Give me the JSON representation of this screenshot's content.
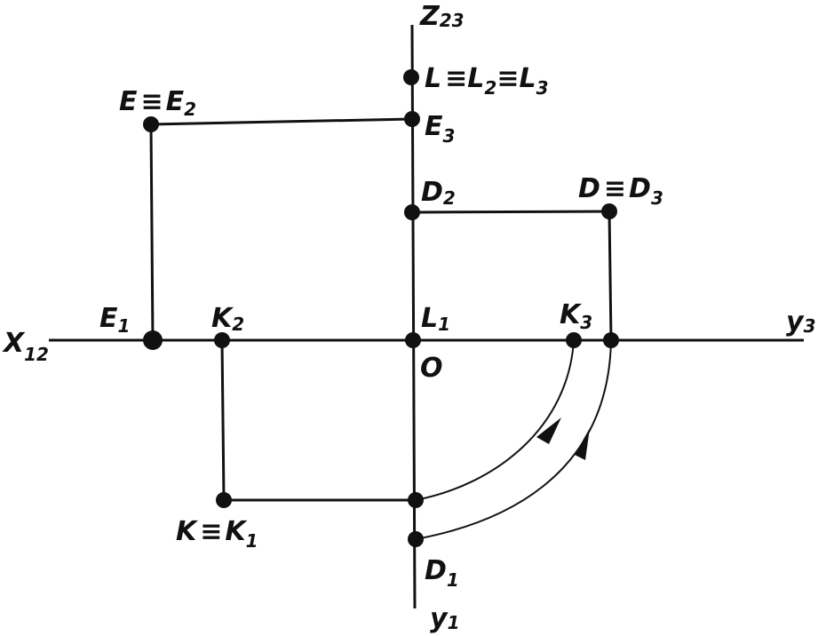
{
  "colors": {
    "ink": "#111111",
    "paper": "#ffffff"
  },
  "axes": {
    "x": {
      "base": "X",
      "sub": "12"
    },
    "y3": {
      "base": "y",
      "sub": "3"
    },
    "z": {
      "base": "Z",
      "sub": "23"
    },
    "y1": {
      "base": "y",
      "sub": "1"
    },
    "origin": "O"
  },
  "points": {
    "L": {
      "base": "L",
      "eq1": "L",
      "sub1": "2",
      "eq2": "L",
      "sub2": "3",
      "sep": "≡"
    },
    "E": {
      "base": "E",
      "eq": "E",
      "sub": "2",
      "sep": "≡"
    },
    "E3": {
      "base": "E",
      "sub": "3"
    },
    "D2": {
      "base": "D",
      "sub": "2"
    },
    "D": {
      "base": "D",
      "eq": "D",
      "sub": "3",
      "sep": "≡"
    },
    "E1": {
      "base": "E",
      "sub": "1"
    },
    "K2": {
      "base": "K",
      "sub": "2"
    },
    "L1": {
      "base": "L",
      "sub": "1"
    },
    "K3": {
      "base": "K",
      "sub": "3"
    },
    "K": {
      "base": "K",
      "eq": "K",
      "sub": "1",
      "sep": "≡"
    },
    "D1": {
      "base": "D",
      "sub": "1"
    }
  }
}
